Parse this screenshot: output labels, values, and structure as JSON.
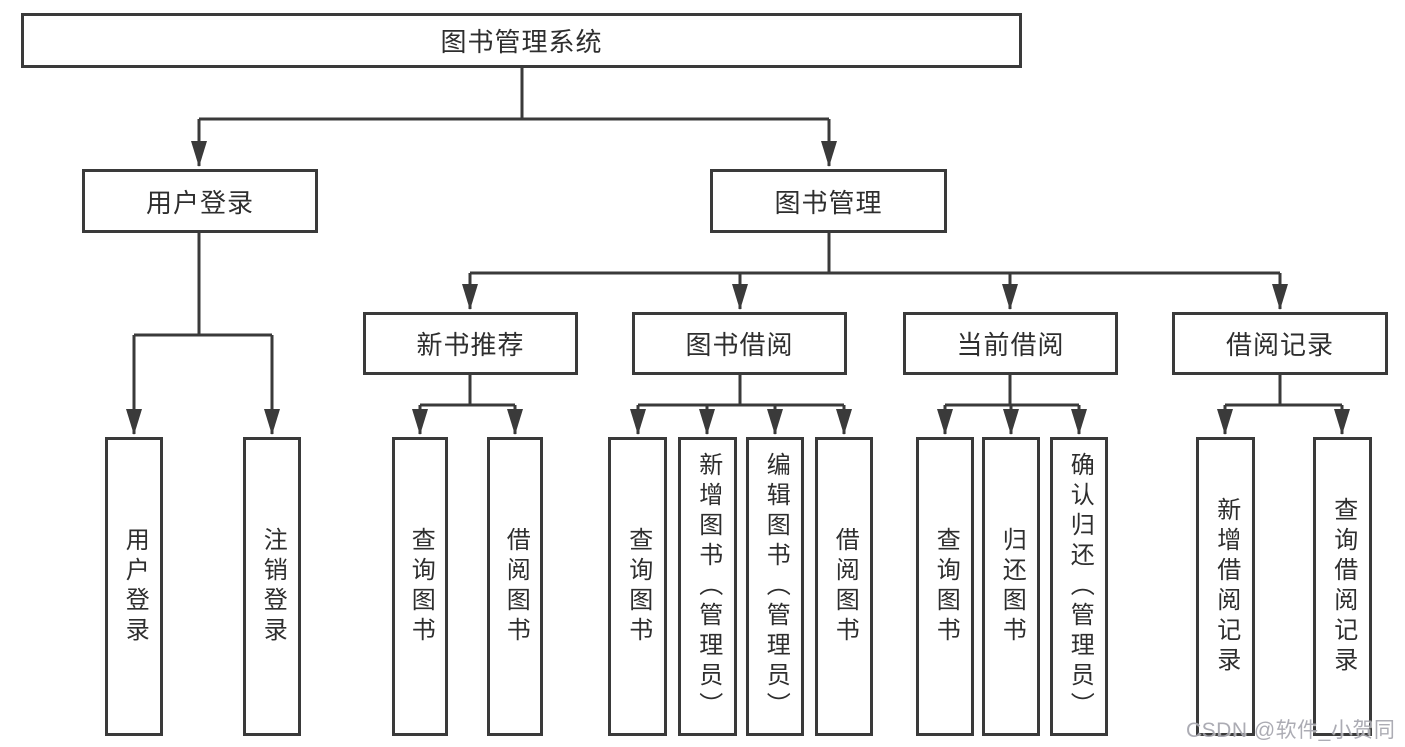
{
  "tree": {
    "label": "图书管理系统",
    "children": [
      {
        "label": "用户登录",
        "children": [
          {
            "label": "用户登录"
          },
          {
            "label": "注销登录"
          }
        ]
      },
      {
        "label": "图书管理",
        "children": [
          {
            "label": "新书推荐",
            "children": [
              {
                "label": "查询图书"
              },
              {
                "label": "借阅图书"
              }
            ]
          },
          {
            "label": "图书借阅",
            "children": [
              {
                "label": "查询图书"
              },
              {
                "label": "新增图书（管理员）"
              },
              {
                "label": "编辑图书（管理员）"
              },
              {
                "label": "借阅图书"
              }
            ]
          },
          {
            "label": "当前借阅",
            "children": [
              {
                "label": "查询图书"
              },
              {
                "label": "归还图书"
              },
              {
                "label": "确认归还（管理员）"
              }
            ]
          },
          {
            "label": "借阅记录",
            "children": [
              {
                "label": "新增借阅记录"
              },
              {
                "label": "查询借阅记录"
              }
            ]
          }
        ]
      }
    ]
  },
  "watermark": {
    "text": "CSDN @软件_小贺同学"
  },
  "colors": {
    "line": "#3a3a3a",
    "text": "#2e2e2e",
    "background": "#ffffff",
    "watermark": "#a6a6ae"
  }
}
